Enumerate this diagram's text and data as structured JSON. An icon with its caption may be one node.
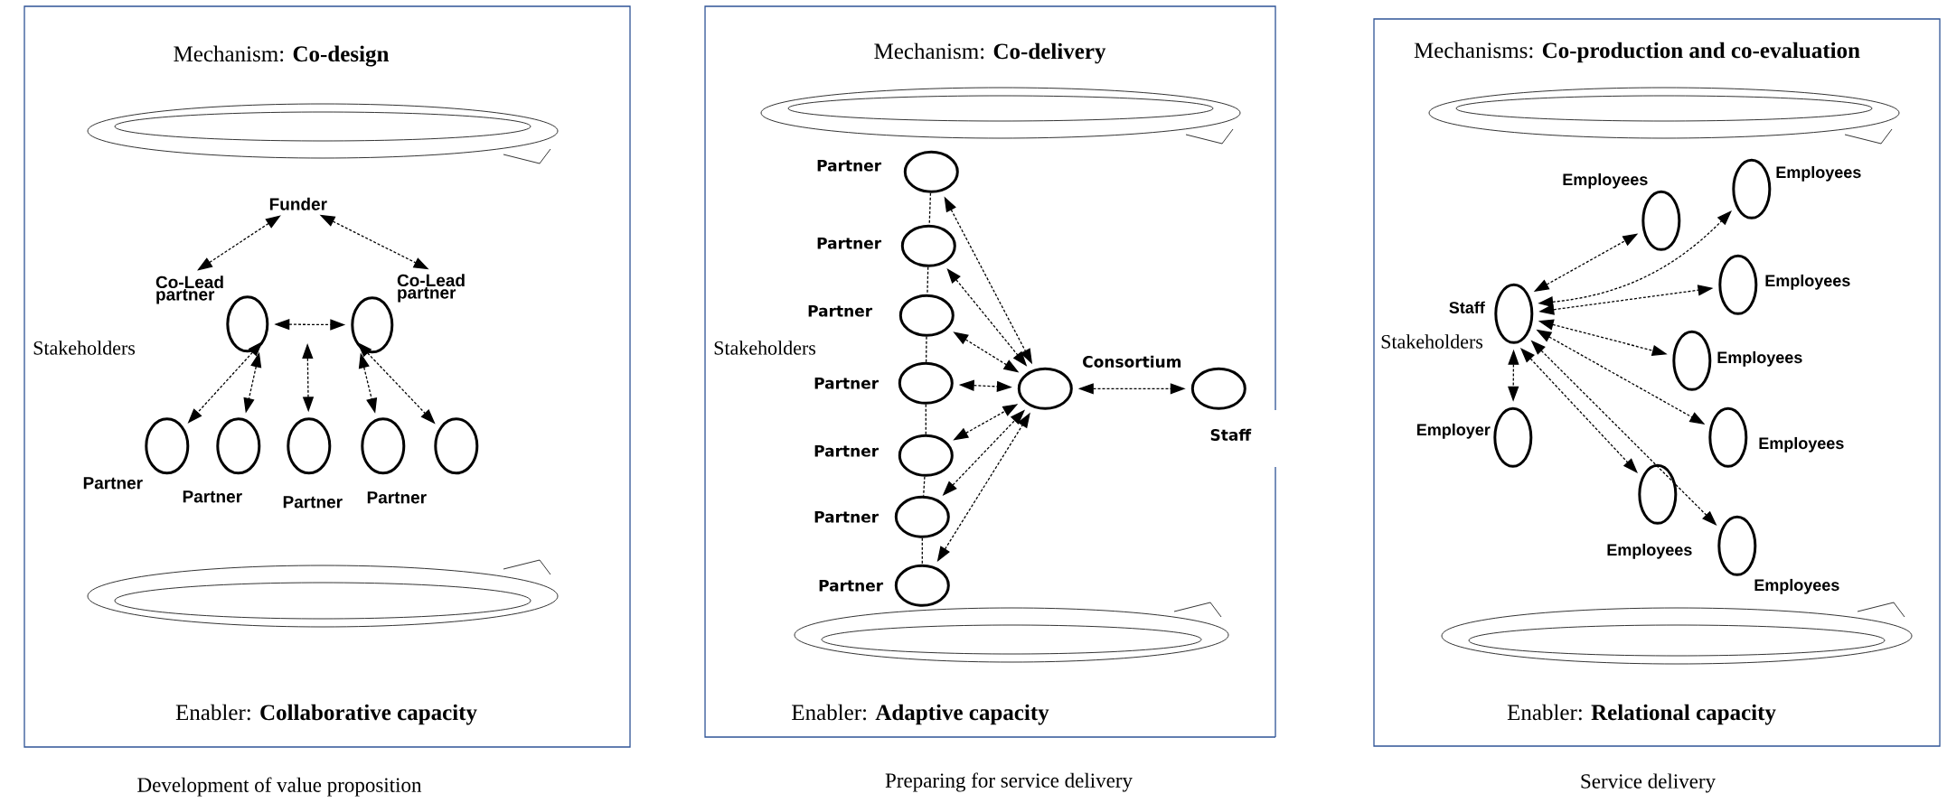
{
  "diagram": {
    "nodes": [
      {
        "text": [
          "Mechanism: **Co-design**",
          "Enabler: **Collaborative capacity**"
        ],
        "beside": [
          "Development of value proposition"
        ]
      },
      {
        "text": [
          "Funder"
        ],
        "in": 0
      },
      {
        "text": [
          "Co-Lead partner"
        ],
        "in": 0
      },
      {
        "text": [
          "Co-Lead partner"
        ],
        "in": 0
      },
      {
        "text": [
          "Partner"
        ],
        "in": 0
      },
      {
        "text": [
          "Partner"
        ],
        "in": 0
      },
      {
        "text": [
          "Partner"
        ],
        "in": 0
      },
      {
        "text": [
          "Partner"
        ],
        "in": 0
      },
      {
        "text": [],
        "shape": "circle",
        "in": 0
      },
      {
        "text": [
          "Mechanism: **Co-delivery**",
          "Enabler: **Adaptive capacity**"
        ],
        "beside": [
          "Preparing for service delivery"
        ]
      },
      {
        "text": [
          "Partner"
        ],
        "in": 9
      },
      {
        "text": [
          "Partner"
        ],
        "in": 9
      },
      {
        "text": [
          "Partner"
        ],
        "in": 9
      },
      {
        "text": [
          "Partner"
        ],
        "in": 9
      },
      {
        "text": [
          "Partner"
        ],
        "in": 9
      },
      {
        "text": [
          "Partner"
        ],
        "in": 9
      },
      {
        "text": [
          "Partner"
        ],
        "in": 9
      },
      {
        "text": [
          "Consortium"
        ],
        "in": 9
      },
      {
        "text": [
          "Staff"
        ],
        "in": 9
      },
      {
        "text": [
          "Mechanisms: **Co-production and co-evaluation**",
          "Enabler: **Relational capacity**"
        ],
        "beside": [
          "Service delivery"
        ]
      },
      {
        "text": [
          "Staff"
        ],
        "in": 19
      },
      {
        "text": [
          "Employer"
        ],
        "in": 19
      },
      {
        "text": [
          "Employees"
        ],
        "in": 19
      },
      {
        "text": [
          "Employees"
        ],
        "in": 19
      },
      {
        "text": [
          "Employees"
        ],
        "in": 19
      },
      {
        "text": [
          "Employees"
        ],
        "in": 19
      },
      {
        "text": [
          "Employees"
        ],
        "in": 19
      },
      {
        "text": [
          "Employees"
        ],
        "in": 19
      },
      {
        "text": [
          "Employees"
        ],
        "in": 19
      }
    ],
    "edges": [
      {
        "from": 1,
        "to": 2,
        "arrow": "both",
        "style": "dashed"
      },
      {
        "from": 1,
        "to": 3,
        "arrow": "both",
        "style": "dashed"
      },
      {
        "from": 2,
        "to": 3,
        "arrow": "both",
        "style": "dashed"
      },
      {
        "from": 2,
        "to": 4,
        "arrow": "both",
        "style": "dashed"
      },
      {
        "from": 2,
        "to": 5,
        "arrow": "both",
        "style": "dashed"
      },
      {
        "from": null,
        "to": 6,
        "arrow": "both",
        "style": "dashed"
      },
      {
        "from": 3,
        "to": 7,
        "arrow": "both",
        "style": "dashed"
      },
      {
        "from": 3,
        "to": 8,
        "arrow": "both",
        "style": "dashed"
      },
      {
        "from": 10,
        "to": 11,
        "arrow": "none",
        "style": "dashed"
      },
      {
        "from": 11,
        "to": 12,
        "arrow": "none",
        "style": "dashed"
      },
      {
        "from": 12,
        "to": 13,
        "arrow": "none",
        "style": "dashed"
      },
      {
        "from": 13,
        "to": 14,
        "arrow": "none",
        "style": "dashed"
      },
      {
        "from": 14,
        "to": 15,
        "arrow": "none",
        "style": "dashed"
      },
      {
        "from": 15,
        "to": 16,
        "arrow": "none",
        "style": "dashed"
      },
      {
        "from": 10,
        "to": 17,
        "arrow": "both",
        "style": "dashed"
      },
      {
        "from": 11,
        "to": 17,
        "arrow": "both",
        "style": "dashed"
      },
      {
        "from": 12,
        "to": 17,
        "arrow": "both",
        "style": "dashed"
      },
      {
        "from": 13,
        "to": 17,
        "arrow": "both",
        "style": "dashed"
      },
      {
        "from": 14,
        "to": 17,
        "arrow": "both",
        "style": "dashed"
      },
      {
        "from": 15,
        "to": 17,
        "arrow": "both",
        "style": "dashed"
      },
      {
        "from": 16,
        "to": 17,
        "arrow": "both",
        "style": "dashed"
      },
      {
        "from": 17,
        "to": 18,
        "arrow": "both",
        "style": "dashed"
      },
      {
        "from": 20,
        "to": 21,
        "arrow": "both",
        "style": "dashed"
      },
      {
        "from": 20,
        "to": 22,
        "arrow": "both",
        "style": "dashed"
      },
      {
        "from": 20,
        "to": 23,
        "arrow": "both",
        "style": "dashed"
      },
      {
        "from": 20,
        "to": 24,
        "arrow": "both",
        "style": "dashed"
      },
      {
        "from": 20,
        "to": 25,
        "arrow": "both",
        "style": "dashed"
      },
      {
        "from": 20,
        "to": 26,
        "arrow": "both",
        "style": "dashed"
      },
      {
        "from": 20,
        "to": 27,
        "arrow": "both",
        "style": "dashed"
      },
      {
        "from": 20,
        "to": 28,
        "arrow": "both",
        "style": "dashed"
      }
    ],
    "labels": [
      "Stakeholders",
      "Stakeholders",
      "Stakeholders"
    ]
  }
}
